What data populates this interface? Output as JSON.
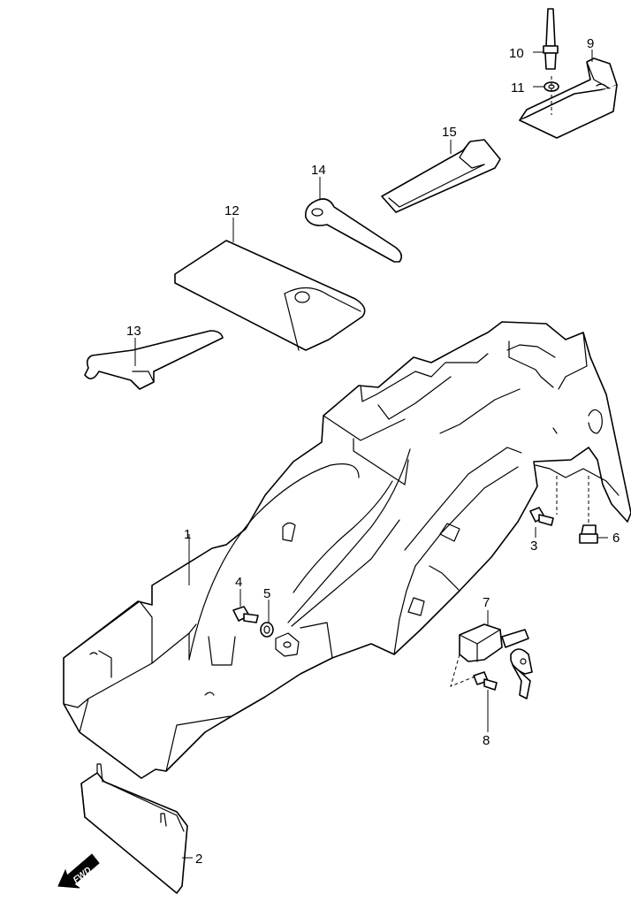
{
  "diagram": {
    "callouts": {
      "p1": "1",
      "p2": "2",
      "p3": "3",
      "p4": "4",
      "p5": "5",
      "p6": "6",
      "p7": "7",
      "p8": "8",
      "p9": "9",
      "p10": "10",
      "p11": "11",
      "p12": "12",
      "p13": "13",
      "p14": "14",
      "p15": "15"
    },
    "fwd_label": "FWD"
  }
}
